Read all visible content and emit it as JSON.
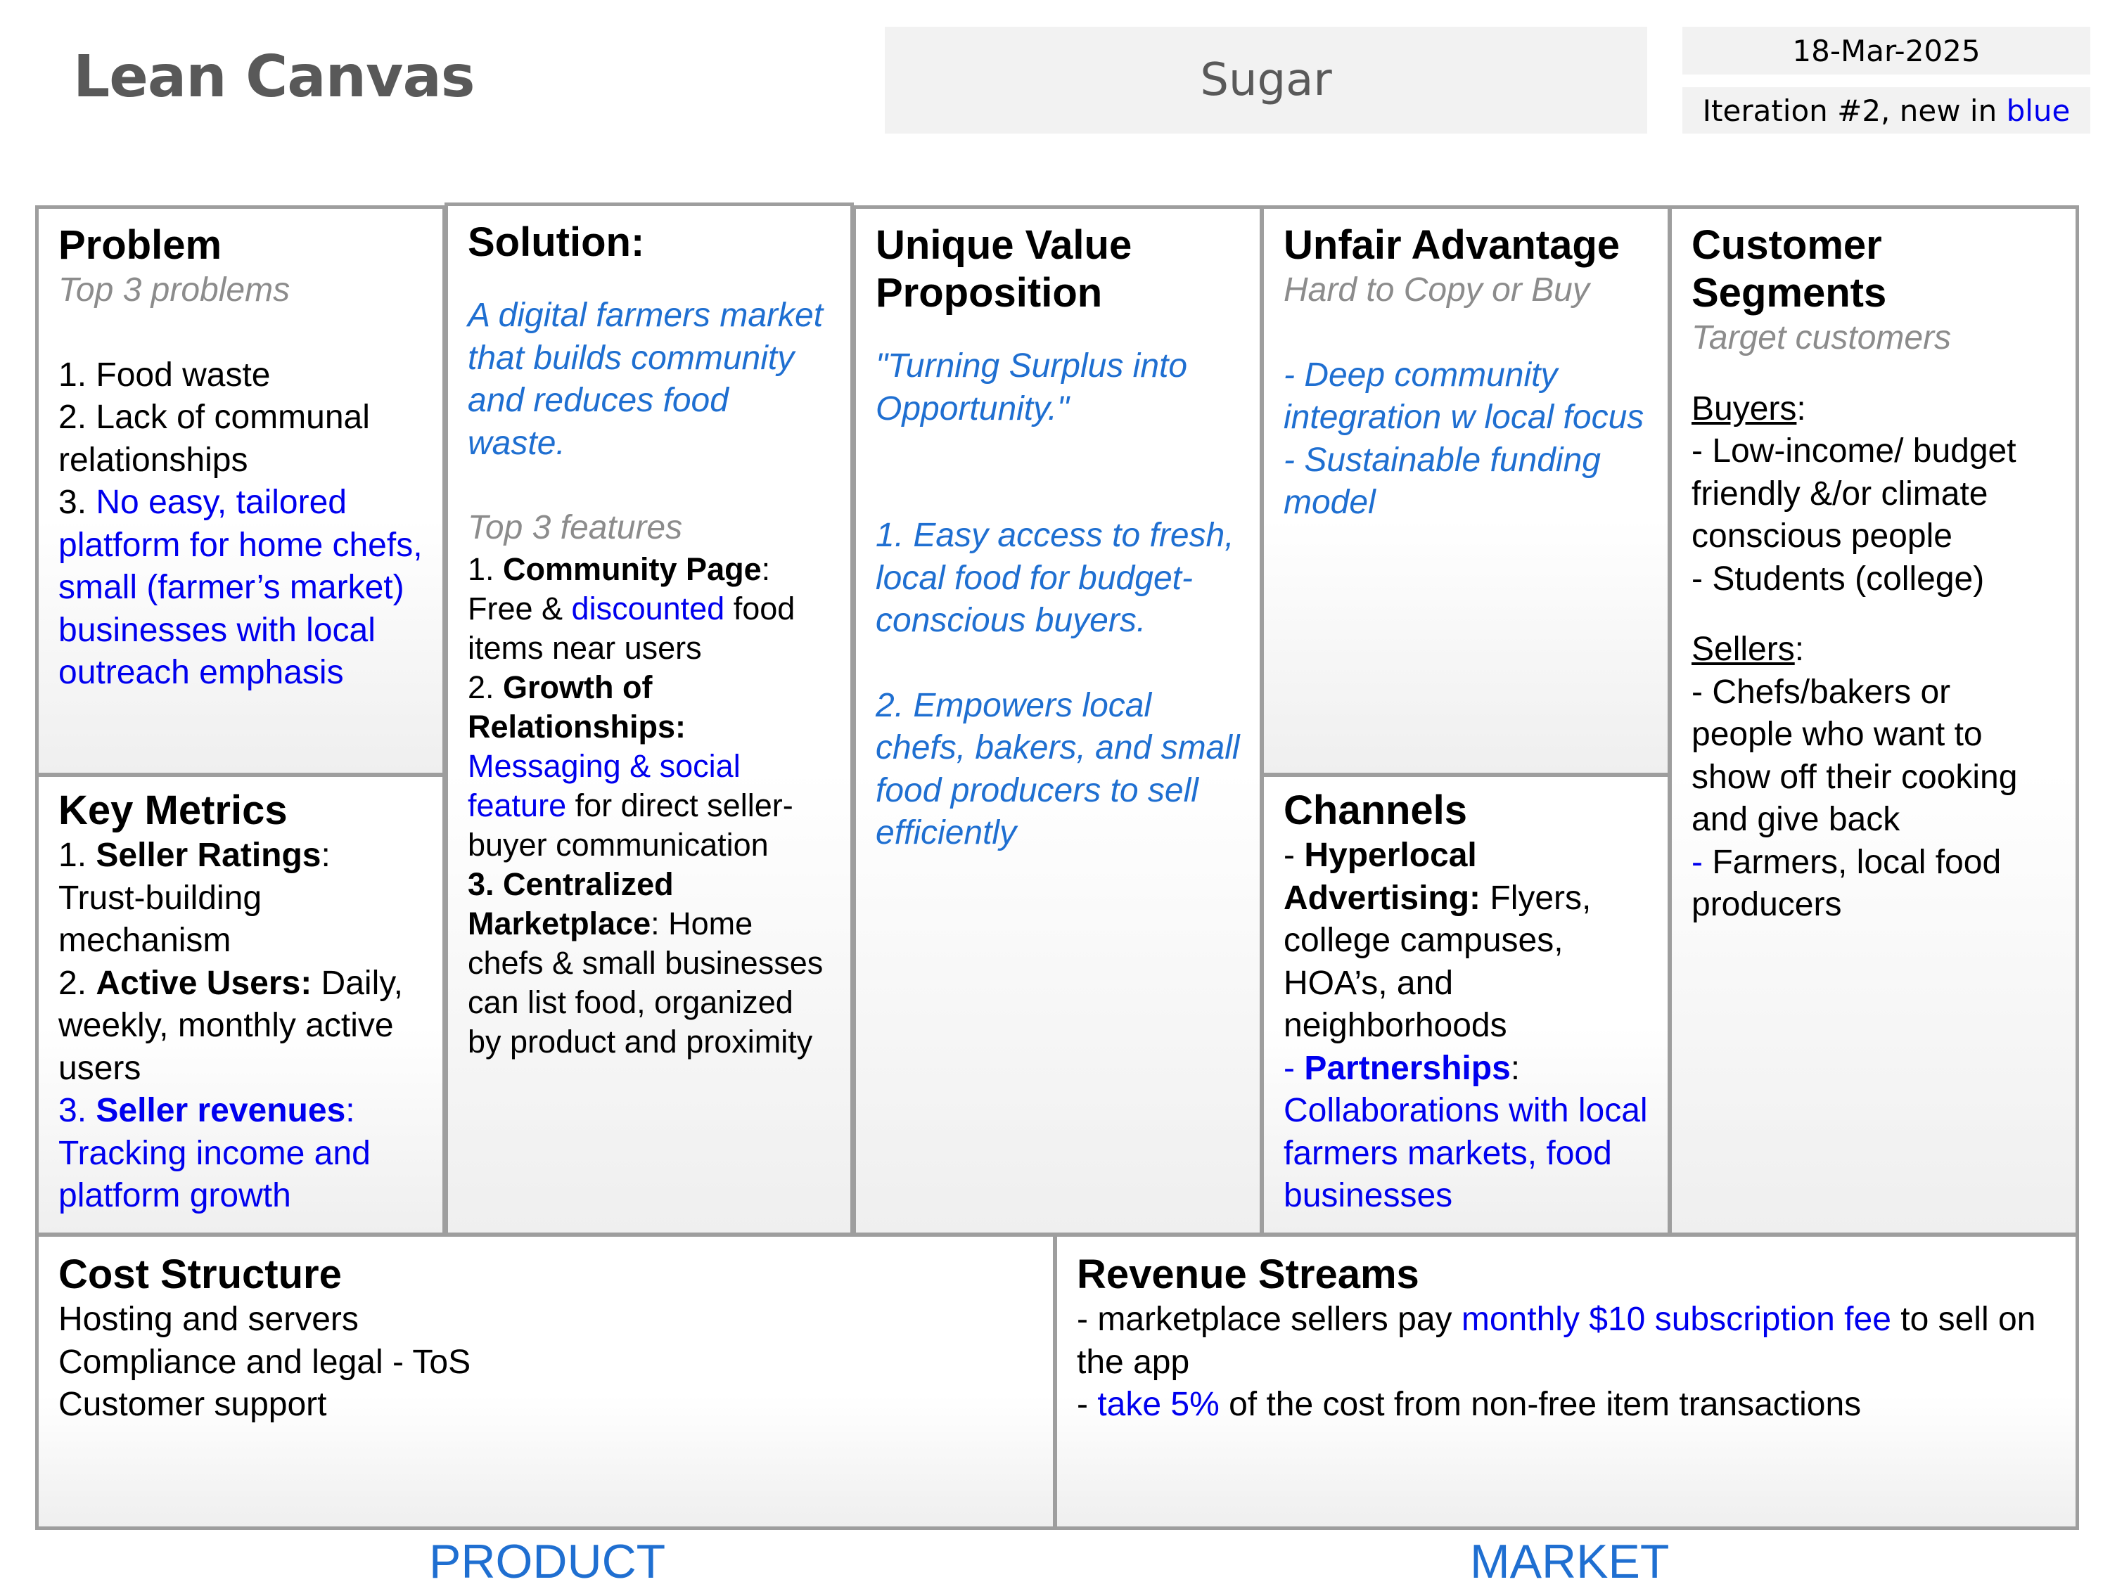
{
  "header": {
    "title": "Lean Canvas",
    "product_name": "Sugar",
    "date": "18-Mar-2025",
    "iteration_prefix": "Iteration #2, new in ",
    "iteration_highlight": "blue"
  },
  "colors": {
    "new_text": "#0000ee",
    "italic_blue": "#1f6fd1",
    "border": "#9e9e9e",
    "subtitle_gray": "#8c8c8c"
  },
  "problem": {
    "title": "Problem",
    "subtitle": "Top 3 problems",
    "item1": "1. Food waste",
    "item2": "2. Lack of communal relationships",
    "item3_prefix": "3. ",
    "item3_text": "No easy, tailored platform for home chefs, small (farmer’s market) businesses with local outreach emphasis"
  },
  "key_metrics": {
    "title": "Key Metrics",
    "m1_num": "1. ",
    "m1_bold": "Seller Ratings",
    "m1_text": ": Trust-building mechanism",
    "m2_num": "2. ",
    "m2_bold": "Active Users:",
    "m2_text": " Daily, weekly, monthly active users",
    "m3_num": "3. ",
    "m3_bold": "Seller revenues",
    "m3_text": ": Tracking income and platform growth"
  },
  "solution": {
    "title": "Solution:",
    "summary": "A digital farmers market that builds community and reduces food waste.",
    "features_label": "Top 3 features",
    "f1_num": "1. ",
    "f1_bold": "Community Page",
    "f1_colon": ":",
    "f1_text_a": "Free & ",
    "f1_text_blue": "discounted",
    "f1_text_b": " food items near users",
    "f2_num": "2. ",
    "f2_bold": "Growth of Relationships:",
    "f2_blue": "Messaging & social feature",
    "f2_text": " for direct seller-buyer communication",
    "f3_bold": "3. Centralized Marketplace",
    "f3_text": ": Home chefs & small businesses can list food, organized by product and proximity"
  },
  "uvp": {
    "title": "Unique Value Proposition",
    "tagline": "\"Turning Surplus into Opportunity.\"",
    "point1": "1. Easy access to fresh, local food for budget-conscious buyers.",
    "point2": "2. Empowers local chefs, bakers, and small food producers to sell efficiently"
  },
  "unfair_advantage": {
    "title": "Unfair Advantage",
    "subtitle": "Hard to Copy or Buy",
    "item1": "- Deep community integration w local focus",
    "item2": "- Sustainable funding model"
  },
  "channels": {
    "title": "Channels",
    "c1_dash": "- ",
    "c1_bold": "Hyperlocal Advertising:",
    "c1_text": " Flyers, college campuses, HOA’s, and neighborhoods",
    "c2_dash": "- ",
    "c2_bold": "Partnerships",
    "c2_colon": ":",
    "c2_text": "Collaborations with local farmers markets, food businesses"
  },
  "customer_segments": {
    "title": "Customer Segments",
    "subtitle": "Target customers",
    "buyers_label": "Buyers",
    "buyers_colon": ":",
    "buyer1": "- Low-income/ budget friendly &/or climate conscious people",
    "buyer2": "- Students (college)",
    "sellers_label": "Sellers",
    "sellers_colon": ":",
    "seller1": "- Chefs/bakers or people who want to show off their cooking and give back",
    "seller2_dash": "- ",
    "seller2_text": "Farmers, local food producers"
  },
  "cost_structure": {
    "title": "Cost Structure",
    "line1": "Hosting and servers",
    "line2": "Compliance and legal - ToS",
    "line3": "Customer support"
  },
  "revenue_streams": {
    "title": "Revenue Streams",
    "r1_a": "- marketplace sellers pay ",
    "r1_blue": "monthly $10 subscription fee",
    "r1_b": " to sell on the app",
    "r2_a": "- ",
    "r2_blue": "take 5%",
    "r2_b": " of the cost from non-free item transactions"
  },
  "footer": {
    "left": "PRODUCT",
    "right": "MARKET"
  }
}
